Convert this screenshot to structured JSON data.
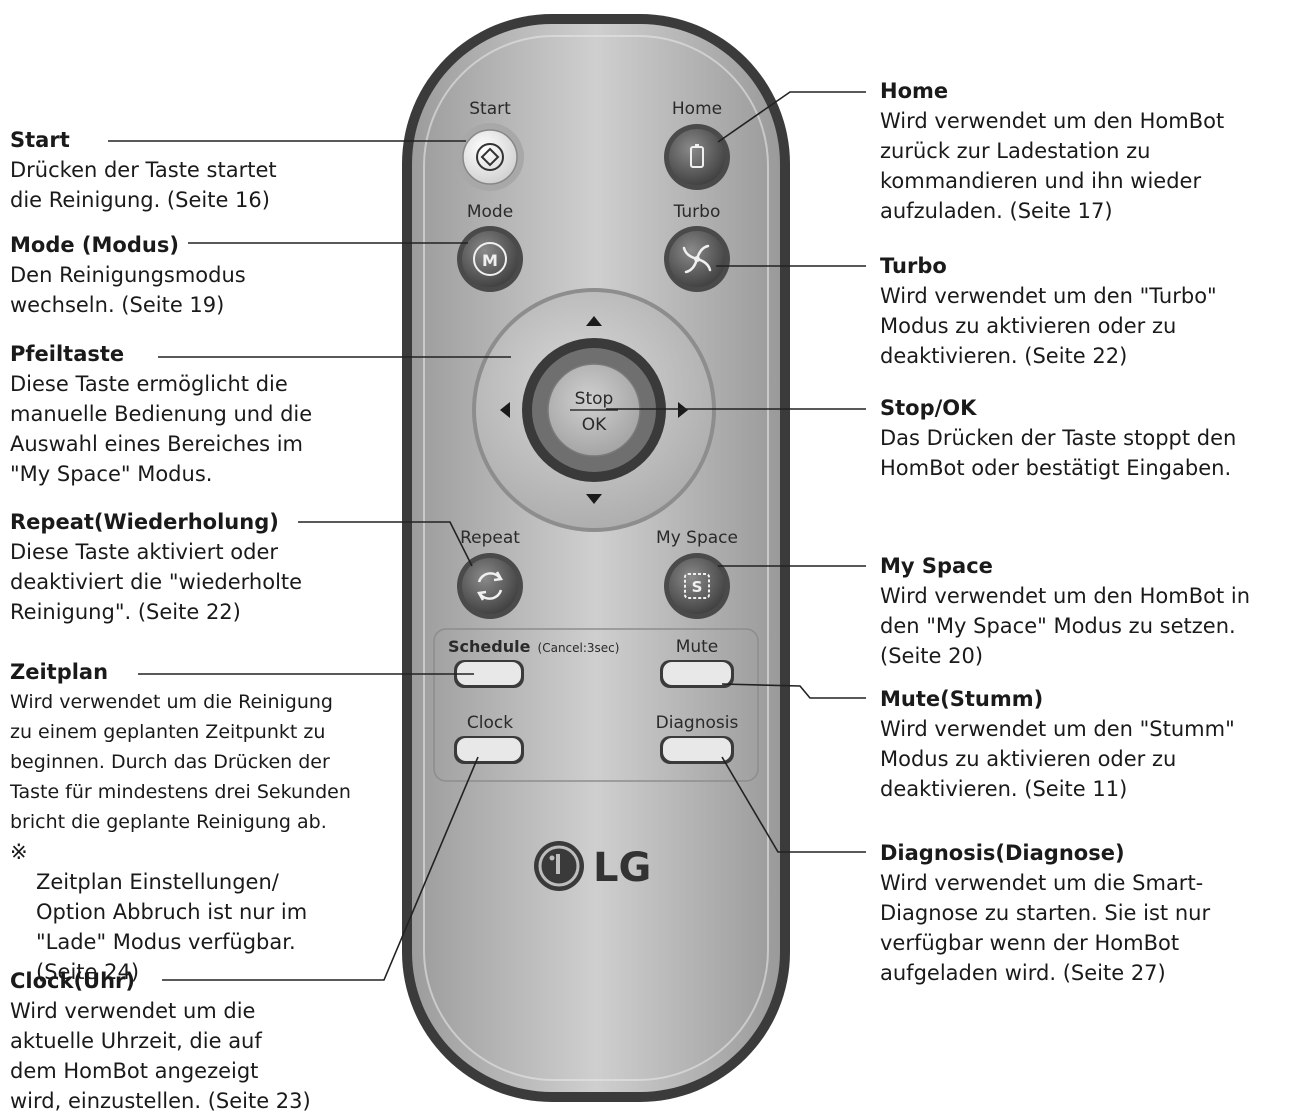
{
  "remote": {
    "button_labels": {
      "start": "Start",
      "home": "Home",
      "mode": "Mode",
      "turbo": "Turbo",
      "stop": "Stop",
      "ok": "OK",
      "repeat": "Repeat",
      "myspace": "My Space",
      "schedule": "Schedule",
      "schedule_cancel": "(Cancel:3sec)",
      "mute": "Mute",
      "clock": "Clock",
      "diagnosis": "Diagnosis"
    },
    "brand": "LG",
    "mode_icon_letter": "M",
    "myspace_icon_letter": "S"
  },
  "annotations": {
    "start": {
      "title": "Start",
      "desc": "Drücken der Taste startet\ndie Reinigung. (Seite 16)"
    },
    "mode": {
      "title": "Mode (Modus)",
      "desc": "Den Reinigungsmodus\nwechseln. (Seite 19)"
    },
    "arrow": {
      "title": "Pfeiltaste",
      "desc": "Diese Taste ermöglicht die\nmanuelle Bedienung und die\nAuswahl eines Bereiches im\n\"My Space\" Modus."
    },
    "repeat": {
      "title": "Repeat(Wiederholung)",
      "desc": "Diese Taste aktiviert oder\ndeaktiviert die \"wiederholte\nReinigung\". (Seite 22)"
    },
    "schedule": {
      "title": "Zeitplan",
      "desc": "Wird verwendet um die Reinigung\nzu einem geplanten Zeitpunkt zu\nbeginnen. Durch das Drücken der\nTaste für mindestens drei Sekunden\nbricht die geplante Reinigung ab.",
      "note_mark": "※",
      "note": "Zeitplan Einstellungen/\nOption Abbruch ist nur im\n\"Lade\" Modus verfügbar.\n(Seite 24)"
    },
    "clock": {
      "title": "Clock(Uhr)",
      "desc": "Wird verwendet um die\naktuelle Uhrzeit, die auf\ndem HomBot angezeigt\nwird, einzustellen. (Seite 23)"
    },
    "home": {
      "title": "Home",
      "desc": "Wird verwendet um den HomBot\nzurück zur Ladestation zu\nkommandieren und ihn wieder\naufzuladen. (Seite 17)"
    },
    "turbo": {
      "title": "Turbo",
      "desc": "Wird verwendet um den \"Turbo\"\nModus zu aktivieren oder zu\ndeaktivieren. (Seite 22)"
    },
    "stopok": {
      "title": "Stop/OK",
      "desc": "Das Drücken der Taste stoppt den\nHomBot oder bestätigt Eingaben."
    },
    "myspace": {
      "title": "My Space",
      "desc": "Wird verwendet um den HomBot in\nden \"My Space\" Modus zu setzen.\n(Seite 20)"
    },
    "mute": {
      "title": "Mute(Stumm)",
      "desc": "Wird verwendet um den \"Stumm\"\nModus zu aktivieren oder zu\ndeaktivieren. (Seite 11)"
    },
    "diagnosis": {
      "title": "Diagnosis(Diagnose)",
      "desc": "Wird verwendet um die Smart-\nDiagnose zu starten. Sie ist nur\nverfügbar wenn der HomBot\naufgeladen wird. (Seite 27)"
    }
  },
  "colors": {
    "body_outer": "#3a3a3a",
    "body_inner": "#b9b9b9",
    "dpad": "#c8c8c8",
    "button_dark": "#555555",
    "leader": "#222222"
  }
}
